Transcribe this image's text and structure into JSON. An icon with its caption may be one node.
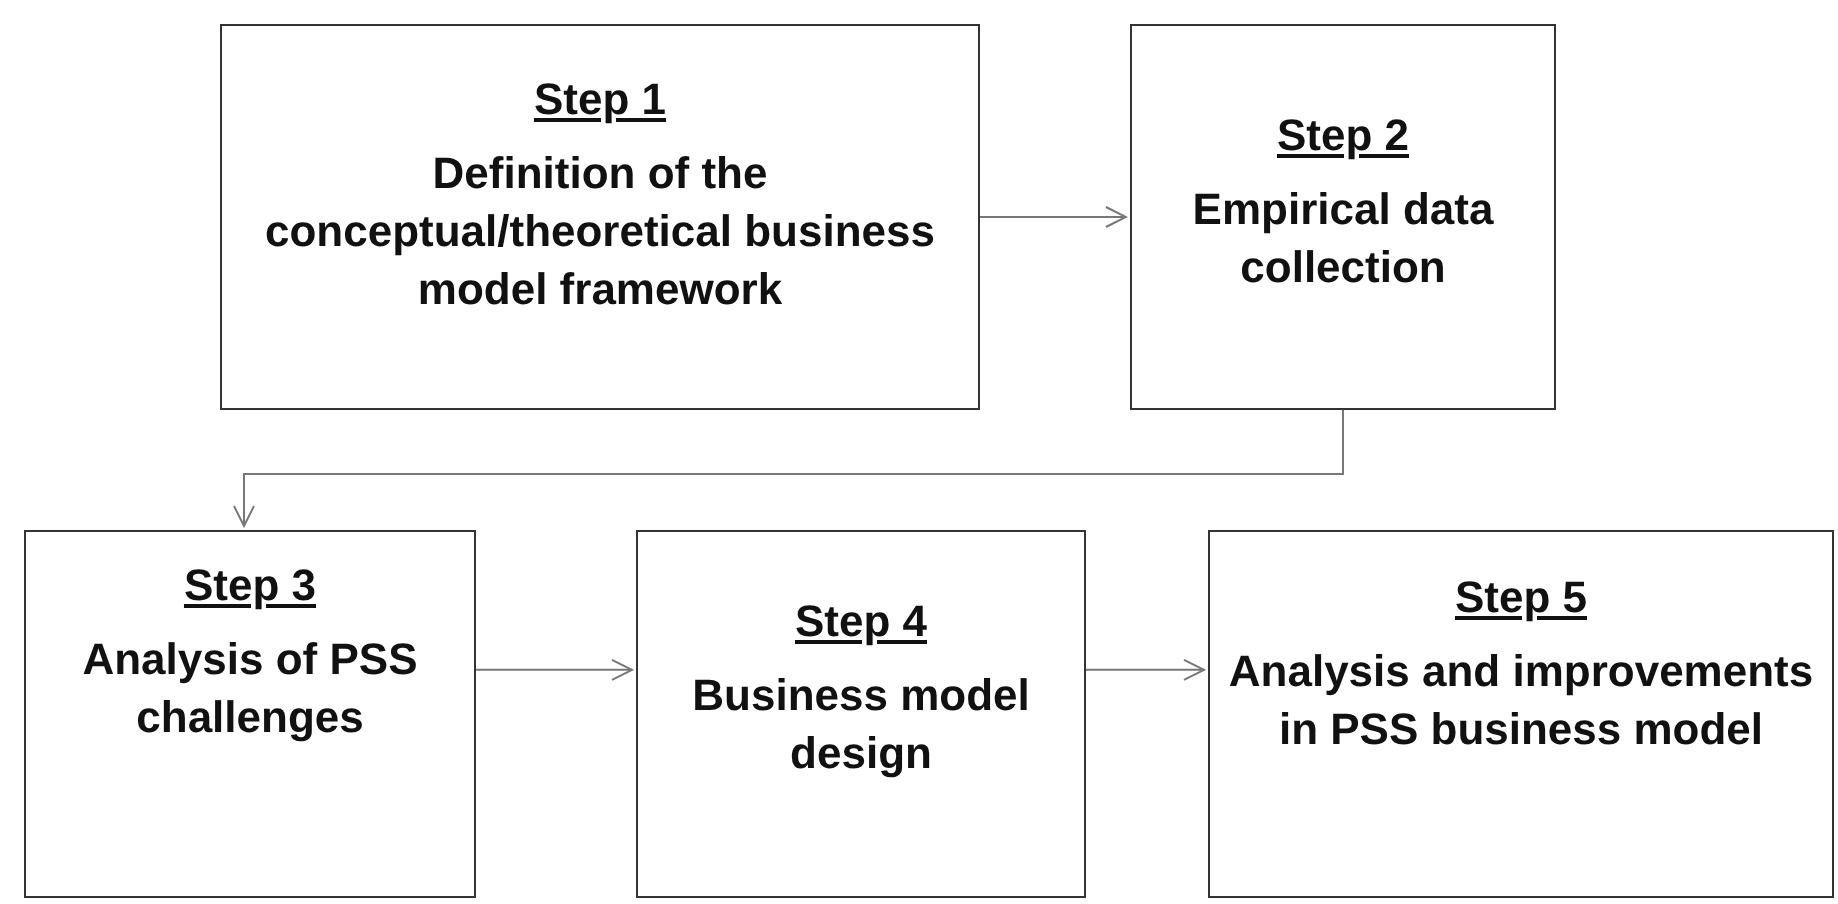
{
  "diagram": {
    "nodes": [
      {
        "text": [
          "Step 1",
          "Definition of the conceptual/theoretical business model framework"
        ]
      },
      {
        "text": [
          "Step 2",
          "Empirical data collection"
        ]
      },
      {
        "text": [
          "Step 3",
          "Analysis of PSS challenges"
        ]
      },
      {
        "text": [
          "Step 4",
          "Business model design"
        ]
      },
      {
        "text": [
          "Step 5",
          "Analysis and improvements in PSS business model"
        ]
      }
    ],
    "edges": [
      {
        "from": 0,
        "to": 1,
        "arrow": "to"
      },
      {
        "from": 1,
        "to": 2,
        "arrow": "to"
      },
      {
        "from": 2,
        "to": 3,
        "arrow": "to"
      },
      {
        "from": 3,
        "to": 4,
        "arrow": "to"
      }
    ]
  }
}
